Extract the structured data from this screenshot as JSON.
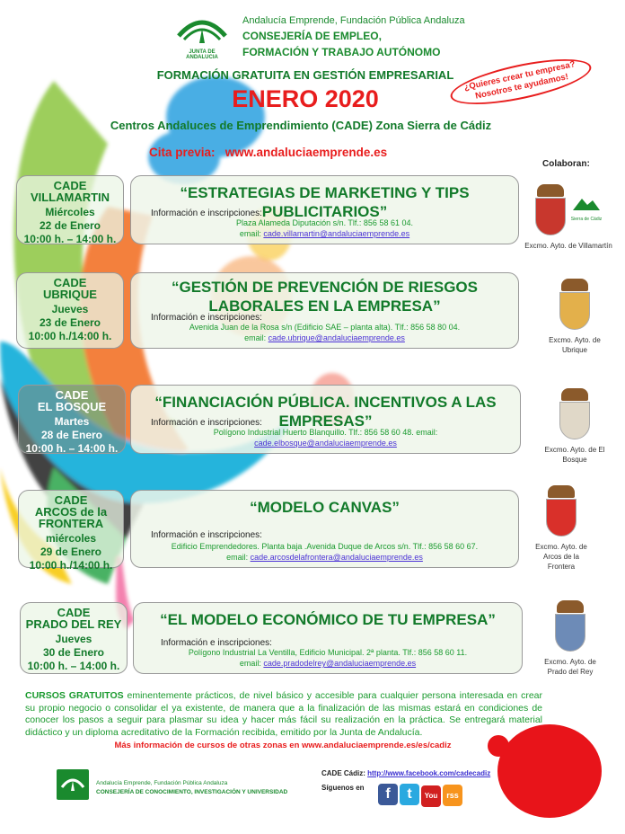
{
  "header": {
    "junta_label": "JUNTA DE ANDALUCIA",
    "org": "Andalucía Emprende, Fundación Pública Andaluza",
    "consejeria_1": "CONSEJERÍA DE EMPLEO,",
    "consejeria_2": "FORMACIÓN Y TRABAJO AUTÓNOMO"
  },
  "callout": {
    "line1": "¿Quieres crear tu empresa?",
    "line2": "Nosotros  te ayudamos!"
  },
  "headline": {
    "subtitle": "FORMACIÓN GRATUITA EN GESTIÓN EMPRESARIAL",
    "title": "ENERO 2020",
    "centers": "Centros Andaluces de Emprendimiento (CADE) Zona Sierra de Cádiz",
    "cita_label": "Cita previa:",
    "cita_url": "www.andaluciaemprende.es"
  },
  "colaboran": "Colaboran:",
  "info_label": "Información e inscripciones:",
  "sessions": [
    {
      "cade": "CADE",
      "place": "VILLAMARTIN",
      "day": "Miércoles",
      "date": "22 de Enero",
      "time": "10:00 h. – 14:00 h.",
      "title": "“ESTRATEGIAS DE MARKETING Y TIPS PUBLICITARIOS”",
      "address": "Plaza Alameda Diputación s/n. Tlf.: 856 58 61 04.",
      "email_label": "email:",
      "email": "cade.villamartin@andaluciaemprende.es",
      "sponsor": "Excmo. Ayto. de Villamartín",
      "sponsor2": "Sierra de Cádiz"
    },
    {
      "cade": "CADE",
      "place": "UBRIQUE",
      "day": "Jueves",
      "date": "23 de Enero",
      "time": "10:00 h./14:00 h.",
      "title": "“GESTIÓN DE PREVENCIÓN DE RIESGOS LABORALES EN LA EMPRESA”",
      "address": "Avenida Juan de la Rosa s/n (Edificio SAE – planta alta). Tlf.: 856 58 80 04.",
      "email_label": "email:",
      "email": "cade.ubrique@andaluciaemprende.es",
      "sponsor": "Excmo. Ayto. de Ubrique"
    },
    {
      "cade": "CADE",
      "place": "EL BOSQUE",
      "day": "Martes",
      "date": "28 de Enero",
      "time": "10:00 h. – 14:00 h.",
      "title": "“FINANCIACIÓN PÚBLICA. INCENTIVOS A LAS EMPRESAS”",
      "address": "Polígono  Industrial Huerto Blanquillo. Tlf.: 856 58 60 48. email:",
      "email_label": "",
      "email": "cade.elbosque@andaluciaemprende.es",
      "sponsor": "Excmo. Ayto. de  El Bosque"
    },
    {
      "cade": "CADE",
      "place": "ARCOS  de la FRONTERA",
      "day": "miércoles",
      "date": "29 de Enero",
      "time": "10:00 h./14:00 h.",
      "title": "“MODELO CANVAS”",
      "address": "Edificio Emprendedores. Planta baja .Avenida Duque de Arcos s/n. Tlf.: 856 58 60 67.",
      "email_label": "email:",
      "email": "cade.arcosdelafrontera@andaluciaemprende.es",
      "sponsor": "Excmo. Ayto. de Arcos de la Frontera"
    },
    {
      "cade": "CADE",
      "place": "PRADO DEL REY",
      "day": "Jueves",
      "date": "30 de Enero",
      "time": "10:00 h. – 14:00 h.",
      "title": "“EL MODELO ECONÓMICO DE TU EMPRESA”",
      "address": "Polígono Industrial La Ventilla, Edificio Municipal. 2ª planta. Tlf.: 856 58 60 11.",
      "email_label": "email:",
      "email": "cade.pradodelrey@andaluciaemprende.es",
      "sponsor": "Excmo. Ayto. de Prado del Rey"
    }
  ],
  "description": {
    "bold": "CURSOS GRATUITOS",
    "text": " eminentemente prácticos, de nivel básico y accesible para cualquier persona interesada en crear su propio negocio o consolidar el ya existente, de manera que a la finalización de las mismas estará en condiciones de conocer los pasos a seguir para plasmar su idea y hacer más fácil su realización en la práctica. Se entregará material didáctico y un diploma acreditativo de la Formación recibida, emitido por la Junta de Andalucía."
  },
  "more_info": "Más información de cursos de otras zonas en www.andaluciaemprende.es/es/cadiz",
  "footer": {
    "org": "Andalucía Emprende, Fundación Pública Andaluza",
    "consejeria": "CONSEJERÍA DE CONOCIMIENTO, INVESTIGACIÓN Y UNIVERSIDAD",
    "cade_label": "CADE Cádiz:",
    "facebook_url": "http://www.facebook.com/cadecadiz",
    "follow": "Síguenos en",
    "social": [
      "f",
      "t",
      "You",
      "rss"
    ]
  }
}
